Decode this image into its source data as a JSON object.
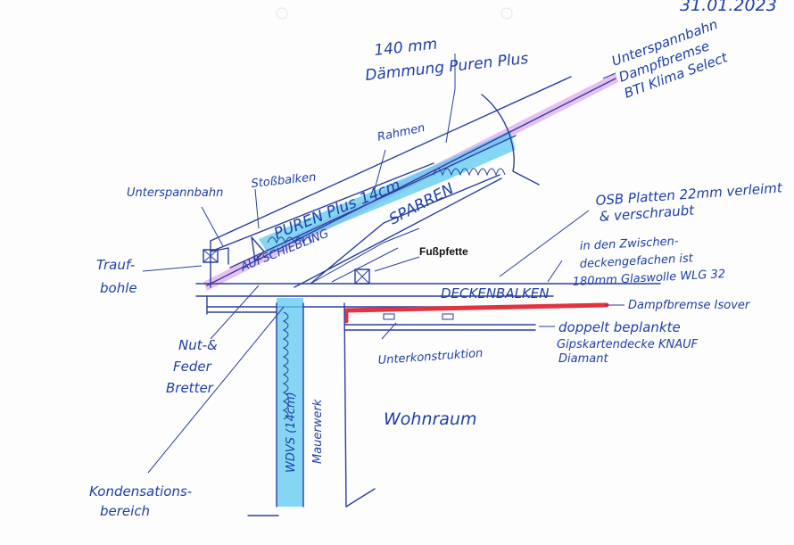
{
  "date": "31.01.2023",
  "labels": {
    "daemmung_line1": "140 mm",
    "daemmung_line2": "Dämmung Puren Plus",
    "unterspannbahn_top_1": "Unterspannbahn",
    "unterspannbahn_top_2": "Dampfbremse",
    "unterspannbahn_top_3": "BTI Klima Select",
    "rahmen": "Rahmen",
    "stossbalken": "Stoßbalken",
    "unterspannbahn_left": "Unterspannbahn",
    "traufbohle_1": "Trauf-",
    "traufbohle_2": "bohle",
    "sparren": "SPARREN",
    "puren_in_roof": "PUREN Plus 14cm",
    "aufschiebling": "AUFSCHIEBLING",
    "fusspfette": "Fußpfette",
    "osb_1": "OSB Platten 22mm verleimt",
    "osb_2": "& verschraubt",
    "zwischen_1": "in den Zwischen-",
    "zwischen_2": "deckengefachen ist",
    "zwischen_3": "180mm Glaswolle WLG 32",
    "deckenbalken": "DECKENBALKEN",
    "dampfbremse_isover": "Dampfbremse Isover",
    "gips_1": "doppelt beplankte",
    "gips_2": "Gipskartendecke KNAUF",
    "gips_3": "Diamant",
    "unterkonstruktion": "Unterkonstruktion",
    "nut_1": "Nut-&",
    "nut_2": "Feder",
    "nut_3": "Bretter",
    "wdvs": "WDVS (14cm)",
    "mauerwerk": "Mauerwerk",
    "wohnraum": "Wohnraum",
    "kondens_1": "Kondensations-",
    "kondens_2": "bereich"
  },
  "colors": {
    "pen": "#2a3fa0",
    "insulation": "#5bc8ef",
    "membrane": "#d78ce6",
    "vapor_barrier": "#e0343f"
  }
}
